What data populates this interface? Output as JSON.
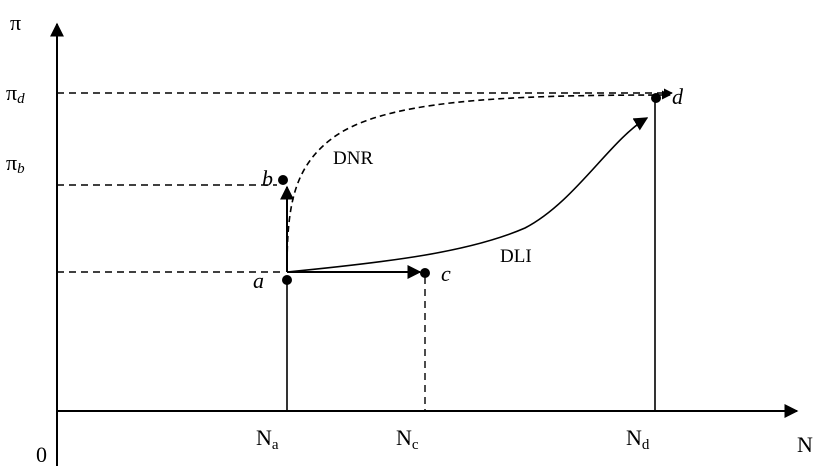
{
  "axes": {
    "y_label": "π",
    "x_label": "N",
    "origin_label": "0"
  },
  "y_ticks": [
    {
      "base": "π",
      "sub": "d"
    },
    {
      "base": "π",
      "sub": "b"
    }
  ],
  "x_ticks": [
    {
      "base": "N",
      "sub": "a"
    },
    {
      "base": "N",
      "sub": "c"
    },
    {
      "base": "N",
      "sub": "d"
    }
  ],
  "points": {
    "a": "a",
    "b": "b",
    "c": "c",
    "d": "d"
  },
  "curves": {
    "dnr": "DNR",
    "dli": "DLI"
  }
}
